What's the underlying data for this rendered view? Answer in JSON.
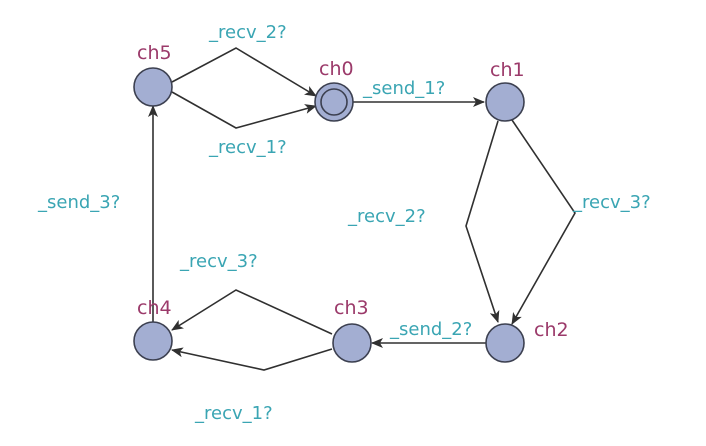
{
  "states": [
    {
      "id": "ch0",
      "label": "ch0",
      "initial": true
    },
    {
      "id": "ch1",
      "label": "ch1"
    },
    {
      "id": "ch2",
      "label": "ch2"
    },
    {
      "id": "ch3",
      "label": "ch3"
    },
    {
      "id": "ch4",
      "label": "ch4"
    },
    {
      "id": "ch5",
      "label": "ch5"
    }
  ],
  "transitions": [
    {
      "from": "ch5",
      "to": "ch0",
      "label": "_recv_2?"
    },
    {
      "from": "ch5",
      "to": "ch0",
      "label": "_recv_1?"
    },
    {
      "from": "ch0",
      "to": "ch1",
      "label": "_send_1?"
    },
    {
      "from": "ch1",
      "to": "ch2",
      "label": "_recv_2?"
    },
    {
      "from": "ch1",
      "to": "ch2",
      "label": "_recv_3?"
    },
    {
      "from": "ch2",
      "to": "ch3",
      "label": "_send_2?"
    },
    {
      "from": "ch3",
      "to": "ch4",
      "label": "_recv_3?"
    },
    {
      "from": "ch3",
      "to": "ch4",
      "label": "_recv_1?"
    },
    {
      "from": "ch4",
      "to": "ch5",
      "label": "_send_3?"
    }
  ],
  "colors": {
    "state_fill": "#a3aed2",
    "state_label": "#9b3a6a",
    "edge_label": "#3aa5b3",
    "edge": "#303030"
  }
}
